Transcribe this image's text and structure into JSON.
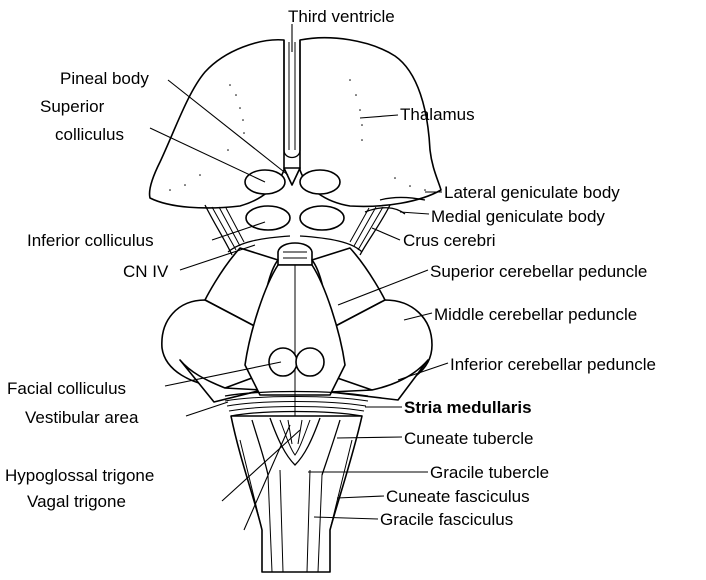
{
  "labels": {
    "third_ventricle": "Third ventricle",
    "pineal_body": "Pineal body",
    "superior_colliculus_1": "Superior",
    "superior_colliculus_2": "colliculus",
    "thalamus": "Thalamus",
    "lateral_geniculate_body": "Lateral geniculate body",
    "medial_geniculate_body": "Medial geniculate body",
    "inferior_colliculus": "Inferior colliculus",
    "crus_cerebri": "Crus cerebri",
    "cn_iv": "CN IV",
    "superior_cerebellar_peduncle": "Superior cerebellar peduncle",
    "middle_cerebellar_peduncle": "Middle cerebellar peduncle",
    "inferior_cerebellar_peduncle": "Inferior cerebellar peduncle",
    "facial_colliculus": "Facial colliculus",
    "vestibular_area": "Vestibular area",
    "stria_medullaris": "Stria medullaris",
    "cuneate_tubercle": "Cuneate tubercle",
    "hypoglossal_trigone": "Hypoglossal trigone",
    "gracile_tubercle": "Gracile tubercle",
    "vagal_trigone": "Vagal trigone",
    "cuneate_fasciculus": "Cuneate fasciculus",
    "gracile_fasciculus": "Gracile fasciculus"
  },
  "colors": {
    "line": "#000000",
    "background": "#ffffff"
  }
}
